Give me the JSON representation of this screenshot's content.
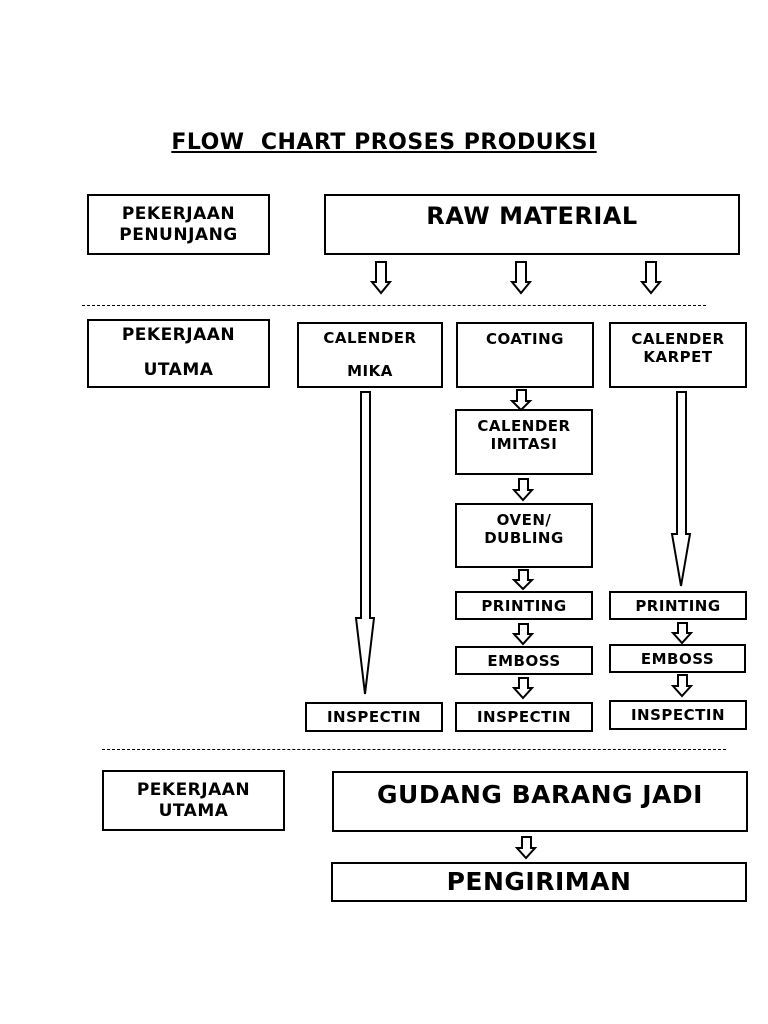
{
  "title": "FLOW  CHART PROSES PRODUKSI",
  "sections": {
    "support_label": "PEKERJAAN\nPENUNJANG",
    "main_label": "PEKERJAAN\n\nUTAMA",
    "final_label": "PEKERJAAN\nUTAMA"
  },
  "nodes": {
    "raw_material": "RAW MATERIAL",
    "calender_mika": "CALENDER\n\nMIKA",
    "coating": "COATING",
    "calender_karpet": "CALENDER\nKARPET",
    "calender_imitasi": "CALENDER\nIMITASI",
    "oven_dubling": "OVEN/\nDUBLING",
    "printing_coating": "PRINTING",
    "emboss_coating": "EMBOSS",
    "printing_karpet": "PRINTING",
    "emboss_karpet": "EMBOSS",
    "inspectin_mika": "INSPECTIN",
    "inspectin_coating": "INSPECTIN",
    "inspectin_karpet": "INSPECTIN",
    "gudang_barang_jadi": "GUDANG BARANG JADI",
    "pengiriman": "PENGIRIMAN"
  }
}
